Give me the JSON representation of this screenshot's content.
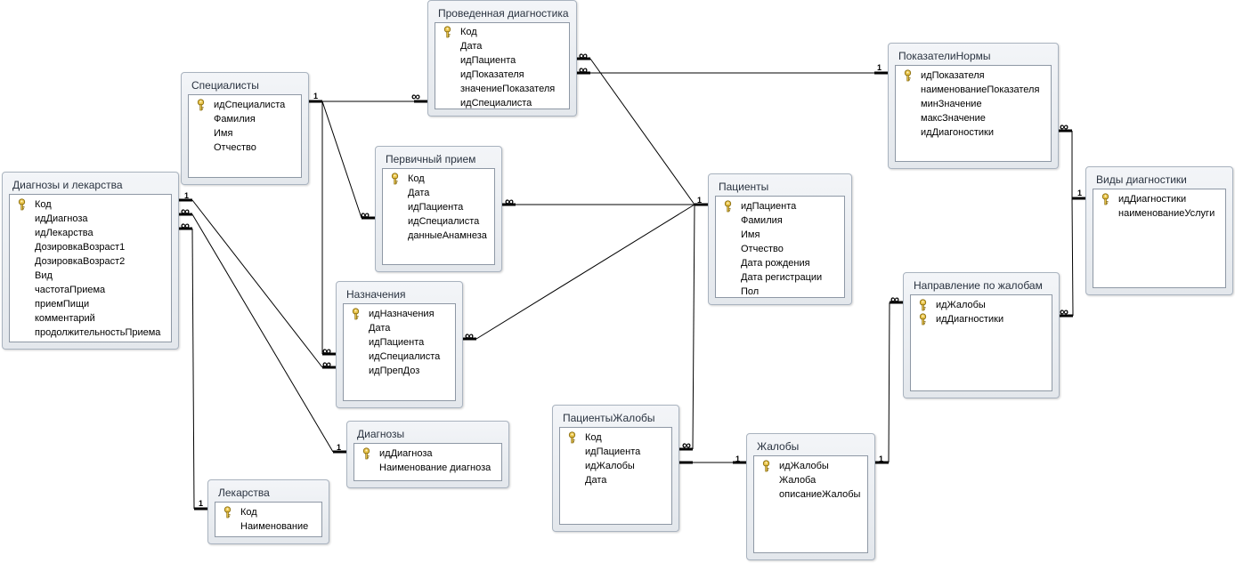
{
  "tables": [
    {
      "id": "diag_drugs",
      "title": "Диагнозы и лекарства",
      "fields": [
        "Код",
        "идДиагноза",
        "идЛекарства",
        "ДозировкаВозраст1",
        "ДозировкаВозраст2",
        "Вид",
        "частотаПриема",
        "приемПищи",
        "комментарий",
        "продолжительностьПриема"
      ],
      "keys": [
        0
      ]
    },
    {
      "id": "specialists",
      "title": "Специалисты",
      "fields": [
        "идСпециалиста",
        "Фамилия",
        "Имя",
        "Отчество"
      ],
      "keys": [
        0
      ]
    },
    {
      "id": "conducted",
      "title": "Проведенная диагностика",
      "fields": [
        "Код",
        "Дата",
        "идПациента",
        "идПоказателя",
        "значениеПоказателя",
        "идСпециалиста"
      ],
      "keys": [
        0
      ]
    },
    {
      "id": "first_visit",
      "title": "Первичный прием",
      "fields": [
        "Код",
        "Дата",
        "идПациента",
        "идСпециалиста",
        "данныеАнамнеза"
      ],
      "keys": [
        0
      ]
    },
    {
      "id": "prescriptions",
      "title": "Назначения",
      "fields": [
        "идНазначения",
        "Дата",
        "идПациента",
        "идСпециалиста",
        "идПрепДоз"
      ],
      "keys": [
        0
      ]
    },
    {
      "id": "diagnoses",
      "title": "Диагнозы",
      "fields": [
        "идДиагноза",
        "Наименование диагноза"
      ],
      "keys": [
        0
      ]
    },
    {
      "id": "drugs",
      "title": "Лекарства",
      "fields": [
        "Код",
        "Наименование"
      ],
      "keys": [
        0
      ]
    },
    {
      "id": "patients",
      "title": "Пациенты",
      "fields": [
        "идПациента",
        "Фамилия",
        "Имя",
        "Отчество",
        "Дата рождения",
        "Дата регистрации",
        "Пол"
      ],
      "keys": [
        0
      ]
    },
    {
      "id": "norms",
      "title": "ПоказателиНормы",
      "fields": [
        "идПоказателя",
        "наименованиеПоказателя",
        "минЗначение",
        "максЗначение",
        "идДиагоностики"
      ],
      "keys": [
        0
      ]
    },
    {
      "id": "diag_types",
      "title": "Виды диагностики",
      "fields": [
        "идДиагностики",
        "наименованиеУслуги"
      ],
      "keys": [
        0
      ]
    },
    {
      "id": "complaint_dir",
      "title": "Направление по жалобам",
      "fields": [
        "идЖалобы",
        "идДиагностики"
      ],
      "keys": [
        0,
        1
      ]
    },
    {
      "id": "patient_complaints",
      "title": "ПациентыЖалобы",
      "fields": [
        "Код",
        "идПациента",
        "идЖалобы",
        "Дата"
      ],
      "keys": [
        0
      ]
    },
    {
      "id": "complaints",
      "title": "Жалобы",
      "fields": [
        "идЖалобы",
        "Жалоба",
        "описаниеЖалобы"
      ],
      "keys": [
        0
      ]
    }
  ],
  "cardinality": {
    "one": "1",
    "many": "∞"
  }
}
